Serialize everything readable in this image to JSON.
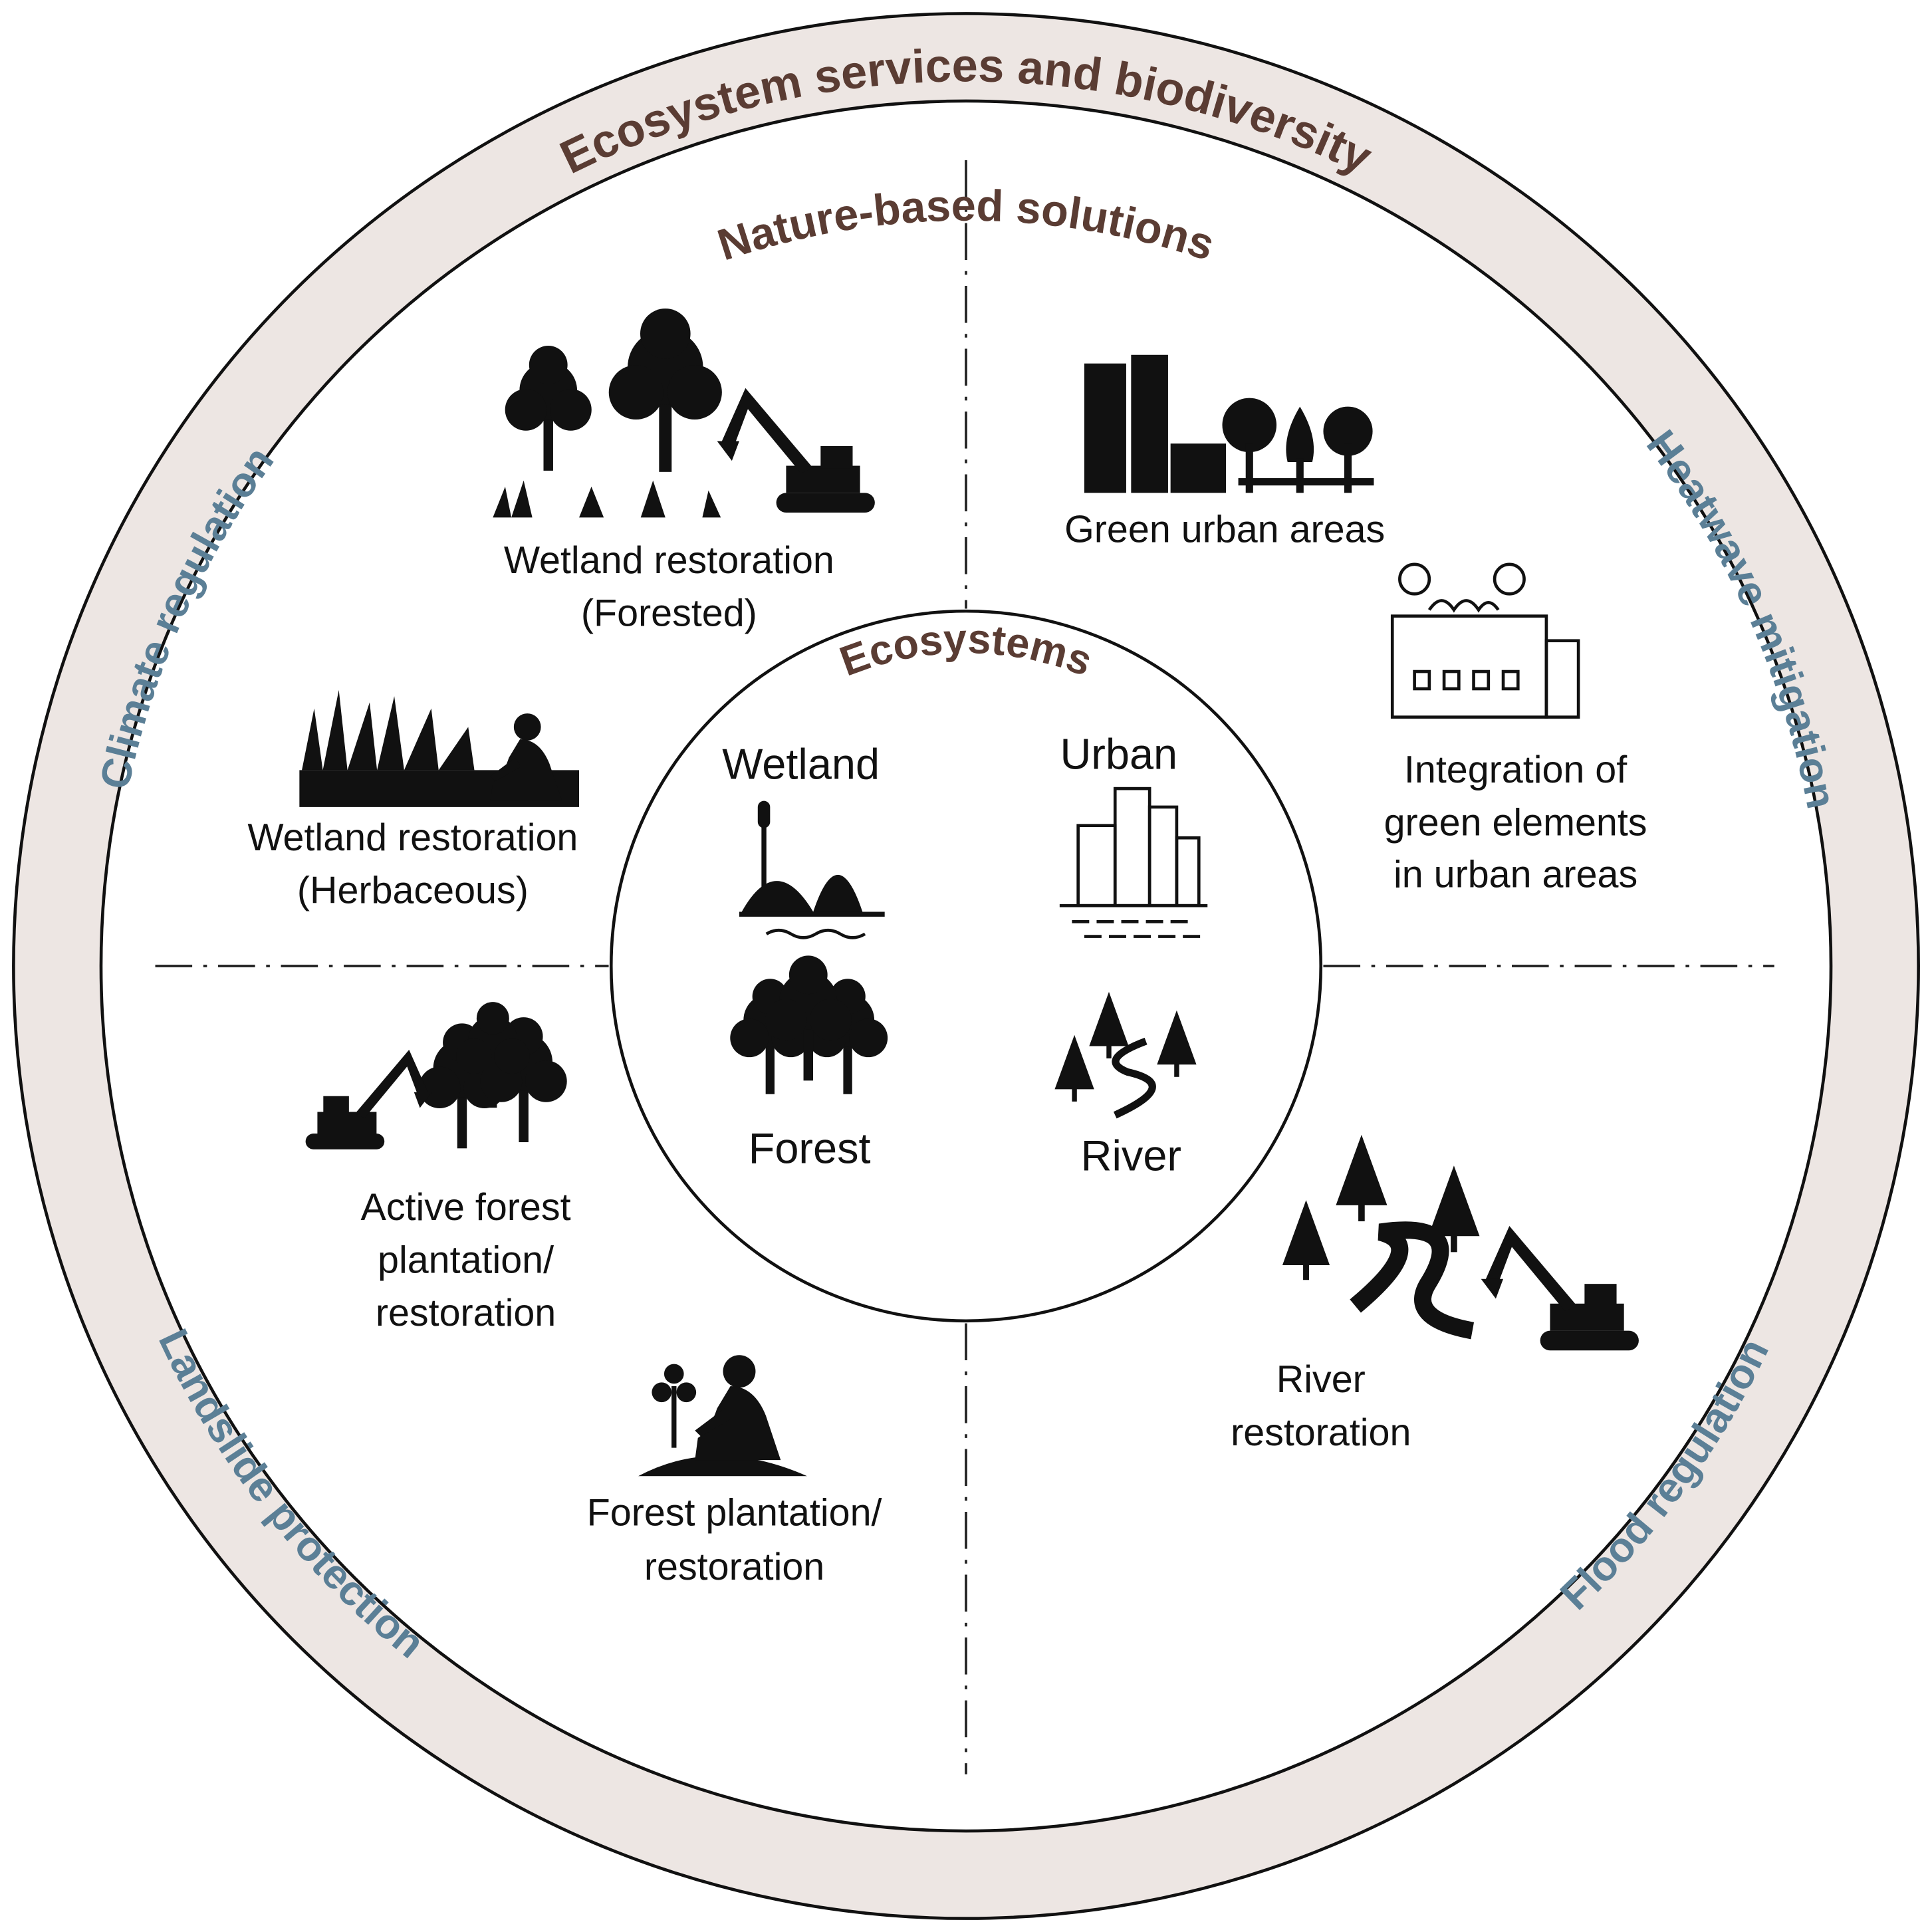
{
  "colors": {
    "ring": "#ede6e3",
    "title_brown": "#5a3c33",
    "benefit_blue": "#5b7f96",
    "outline": "#111111"
  },
  "outer_ring": {
    "title": "Ecosystem services and biodiversity",
    "benefits": [
      "Climate regulation",
      "Heatwave mitigation",
      "Landslide protection",
      "Flood regulation"
    ]
  },
  "middle": {
    "title": "Nature-based solutions",
    "solutions": [
      {
        "line1": "Wetland restoration",
        "line2": "(Forested)",
        "icon": "wetland-forested-excavator-icon"
      },
      {
        "line1": "Green urban areas",
        "icon": "green-urban-icon"
      },
      {
        "line1": "Integration of",
        "line2": "green elements",
        "line3": "in urban areas",
        "icon": "green-roof-building-icon"
      },
      {
        "line1": "Wetland restoration",
        "line2": "(Herbaceous)",
        "icon": "wetland-herbaceous-planting-icon"
      },
      {
        "line1": "Active forest",
        "line2": "plantation/",
        "line3": "restoration",
        "icon": "excavator-forest-icon"
      },
      {
        "line1": "Forest plantation/",
        "line2": "restoration",
        "icon": "person-planting-icon"
      },
      {
        "line1": "River",
        "line2": "restoration",
        "icon": "river-excavator-icon"
      }
    ]
  },
  "center": {
    "title": "Ecosystems",
    "items": [
      {
        "label": "Wetland",
        "icon": "wetland-icon"
      },
      {
        "label": "Urban",
        "icon": "city-icon"
      },
      {
        "label": "Forest",
        "icon": "forest-icon"
      },
      {
        "label": "River",
        "icon": "river-icon"
      }
    ]
  }
}
